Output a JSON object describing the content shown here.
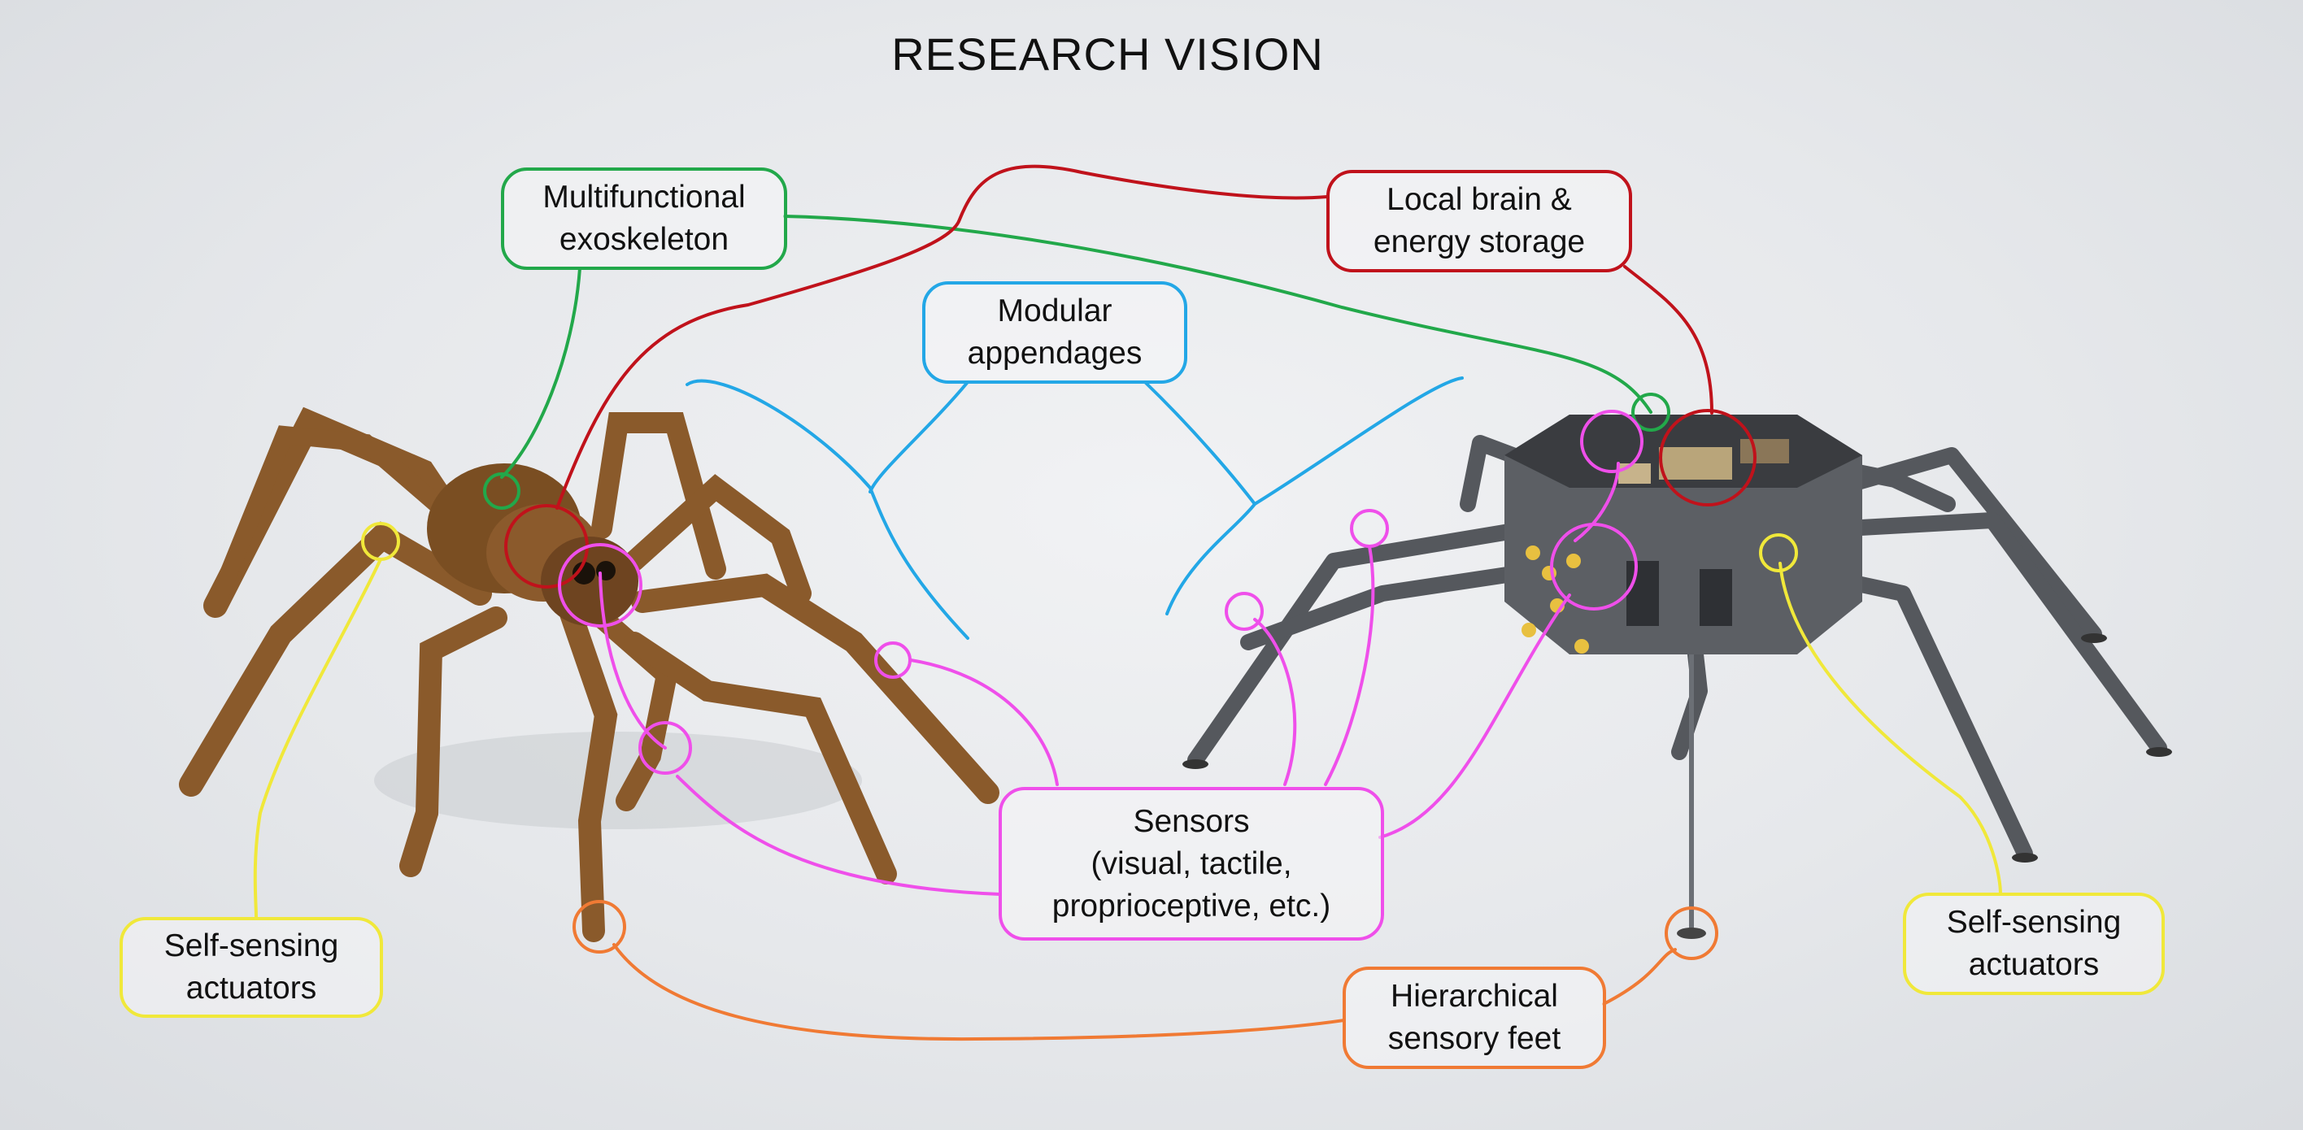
{
  "title": "RESEARCH VISION",
  "labels": {
    "exoskeleton": [
      "Multifunctional",
      "exoskeleton"
    ],
    "brain": [
      "Local brain &",
      "energy storage"
    ],
    "appendages": [
      "Modular",
      "appendages"
    ],
    "sensors": [
      "Sensors",
      "(visual, tactile,",
      "proprioceptive, etc.)"
    ],
    "actuators_left": [
      "Self-sensing",
      "actuators"
    ],
    "actuators_right": [
      "Self-sensing",
      "actuators"
    ],
    "feet": [
      "Hierarchical",
      "sensory feet"
    ]
  },
  "colors": {
    "exoskeleton": "#22a84a",
    "brain": "#c0121b",
    "appendages": "#23a7e6",
    "sensors": "#ef4fea",
    "actuators": "#f0e83a",
    "feet": "#f07a34"
  }
}
